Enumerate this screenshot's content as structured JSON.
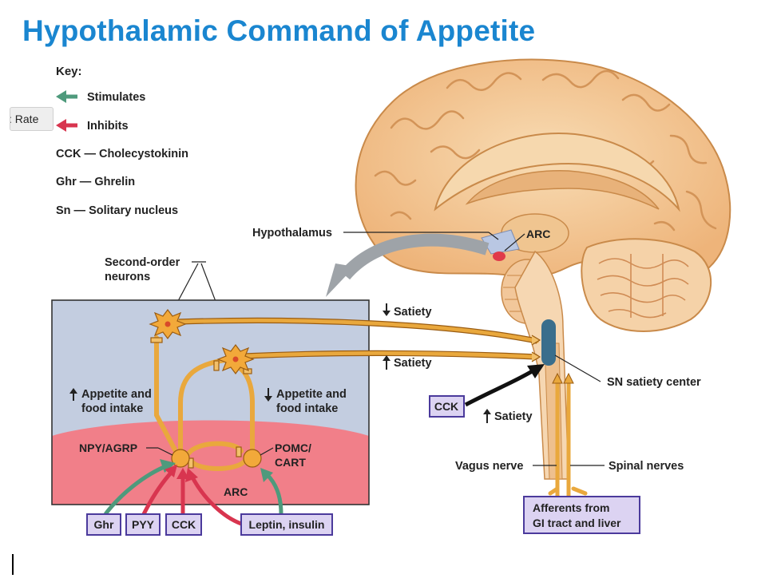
{
  "title": "Hypothalamic Command of Appetite",
  "rate_tab": ": Rate",
  "key": {
    "heading": "Key:",
    "stimulates": "Stimulates",
    "inhibits": "Inhibits",
    "cck": "CCK — Cholecystokinin",
    "ghr": "Ghr — Ghrelin",
    "sn": "Sn — Solitary nucleus"
  },
  "labels": {
    "hypothalamus": "Hypothalamus",
    "arc_brain": "ARC",
    "second_order_1": "Second-order",
    "second_order_2": "neurons",
    "satiety_down": "Satiety",
    "satiety_up": "Satiety",
    "satiety_cck": "Satiety",
    "sn_center": "SN satiety center",
    "appetite_up_1": "Appetite and",
    "appetite_up_2": "food intake",
    "appetite_down_1": "Appetite and",
    "appetite_down_2": "food intake",
    "npy": "NPY/AGRP",
    "pomc_1": "POMC/",
    "pomc_2": "CART",
    "arc_box": "ARC",
    "vagus": "Vagus nerve",
    "spinal": "Spinal nerves",
    "cck_box": "CCK"
  },
  "boxes": {
    "ghr": "Ghr",
    "pyy": "PYY",
    "cck": "CCK",
    "leptin": "Leptin, insulin",
    "afferents_1": "Afferents from",
    "afferents_2": "GI tract and liver"
  },
  "colors": {
    "title": "#1a86d0",
    "stimulate_arrow": "#4e9a7c",
    "inhibit_arrow": "#d8354f",
    "hypothalamus_box": "#c3cde0",
    "arc_region": "#f17f89",
    "neuron": "#f2a93a",
    "axon": "#e9a83d",
    "label_box_fill": "#dcd3f2",
    "label_box_border": "#4b3a9c",
    "brain": "#f3c894",
    "sn_center": "#3a6e8c"
  }
}
